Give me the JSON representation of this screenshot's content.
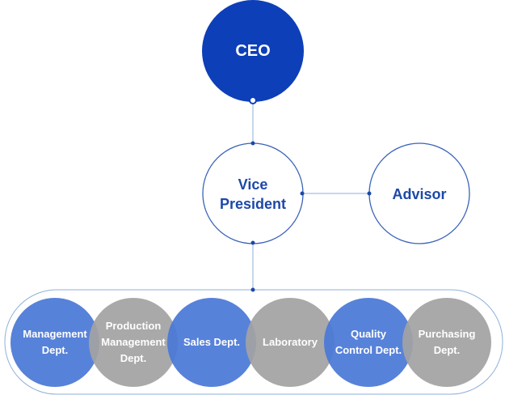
{
  "org": {
    "ceo": "CEO",
    "vice_president": "Vice\nPresident",
    "advisor": "Advisor",
    "departments": [
      {
        "label": "Management\nDept.",
        "color": "#4a78d6"
      },
      {
        "label": "Production\nManagement\nDept.",
        "color": "#a3a3a3"
      },
      {
        "label": "Sales Dept.",
        "color": "#4a78d6"
      },
      {
        "label": "Laboratory",
        "color": "#a3a3a3"
      },
      {
        "label": "Quality\nControl Dept.",
        "color": "#4a78d6"
      },
      {
        "label": "Purchasing\nDept.",
        "color": "#a3a3a3"
      }
    ]
  },
  "colors": {
    "primary": "#0d3fb8",
    "line": "#8fb0d9",
    "border": "#3a63b8",
    "blue_dept": "#4a78d6",
    "gray_dept": "#a3a3a3"
  }
}
